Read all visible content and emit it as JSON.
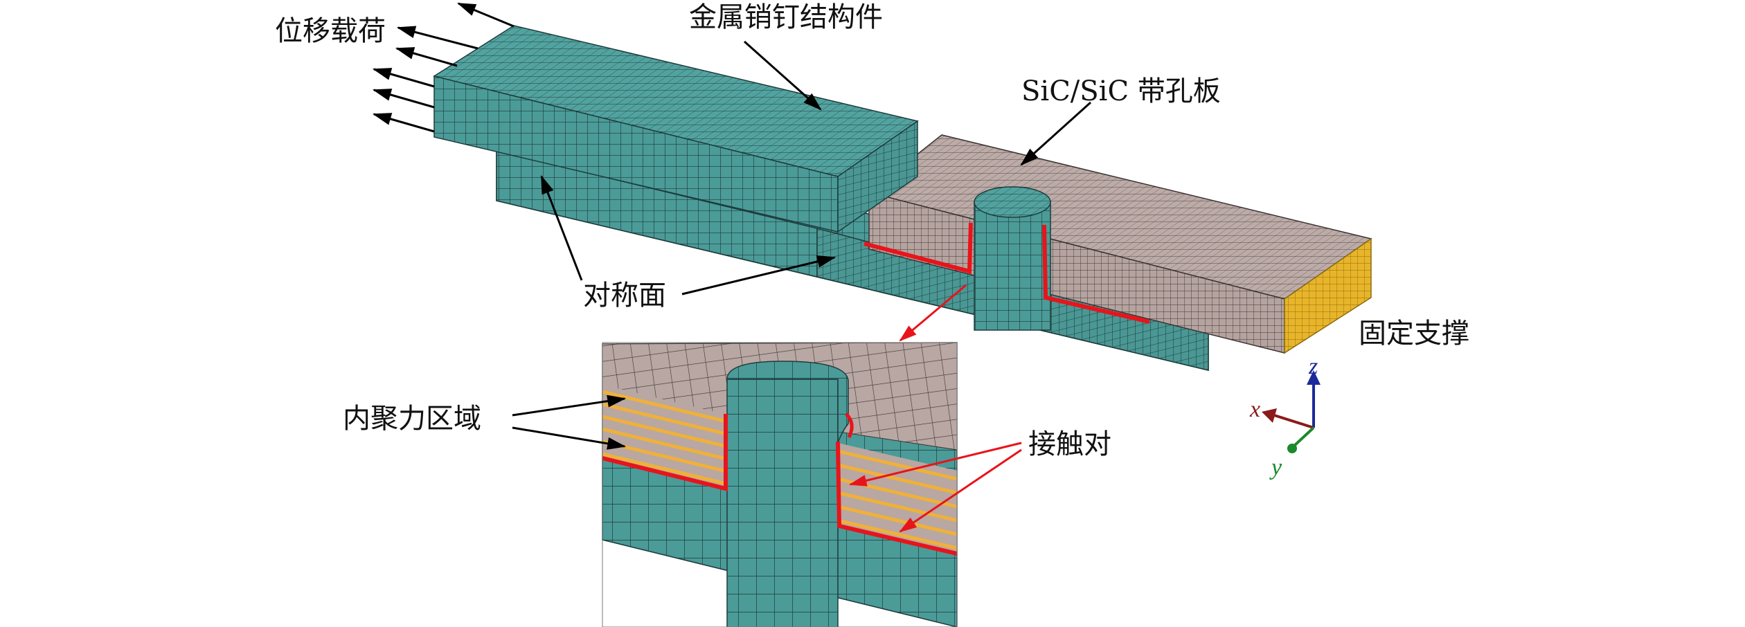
{
  "labels": {
    "displacement_load": "位移载荷",
    "metal_pin": "金属销钉结构件",
    "sic_plate": "SiC/SiC 带孔板",
    "symmetry_plane": "对称面",
    "fixed_support": "固定支撑",
    "cohesive_zone": "内聚力区域",
    "contact_pair": "接触对"
  },
  "axes": {
    "x": "x",
    "y": "y",
    "z": "z"
  },
  "colors": {
    "metal": "#4b9b98",
    "sic": "#b7a5a1",
    "fixed_support": "#e8b52a",
    "cohesive": "#f0b13a",
    "contact": "#e8141b",
    "mesh_line": "#1e2a2a",
    "axis_x": "#8b1a1a",
    "axis_y": "#1a8a2a",
    "axis_z": "#1a2a9a"
  }
}
